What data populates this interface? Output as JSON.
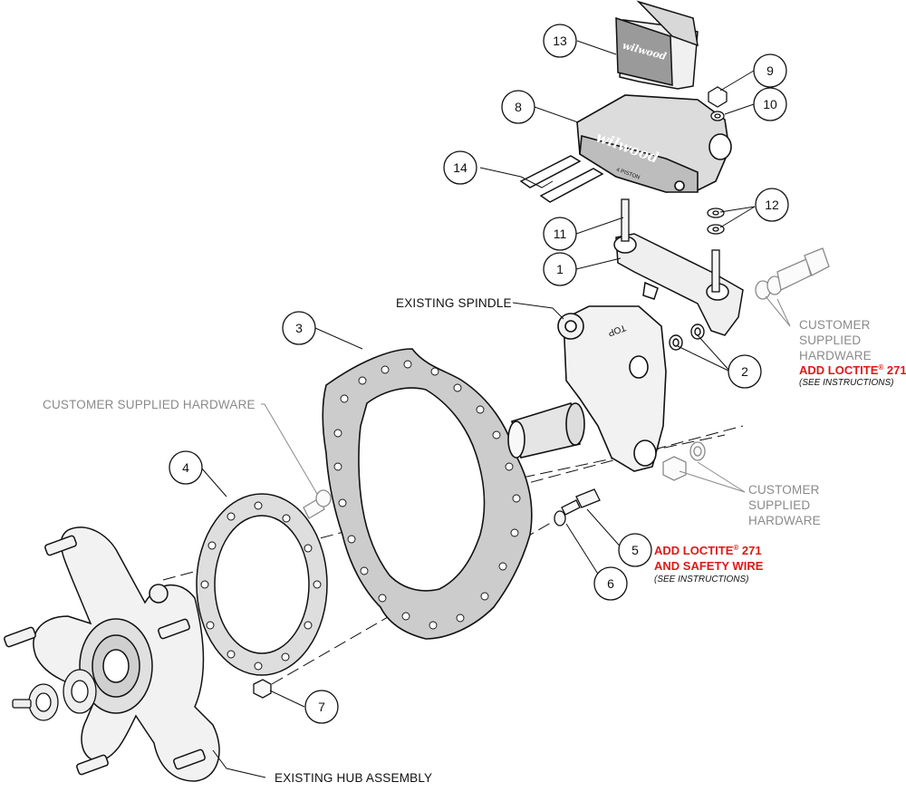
{
  "callouts": [
    {
      "num": "1"
    },
    {
      "num": "2"
    },
    {
      "num": "3"
    },
    {
      "num": "4"
    },
    {
      "num": "5"
    },
    {
      "num": "6"
    },
    {
      "num": "7"
    },
    {
      "num": "8"
    },
    {
      "num": "9"
    },
    {
      "num": "10"
    },
    {
      "num": "11"
    },
    {
      "num": "12"
    },
    {
      "num": "13"
    },
    {
      "num": "14"
    }
  ],
  "labels": {
    "existing_spindle": "EXISTING SPINDLE",
    "existing_hub_assembly": "EXISTING HUB ASSEMBLY",
    "customer_supplied_hardware_top": "CUSTOMER SUPPLIED HARDWARE",
    "customer_supplied_hardware_right_1": {
      "line1": "CUSTOMER",
      "line2": "SUPPLIED",
      "line3": "HARDWARE"
    },
    "customer_supplied_hardware_right_2": {
      "line1": "CUSTOMER",
      "line2": "SUPPLIED",
      "line3": "HARDWARE"
    },
    "loctite_caliper": {
      "text": "ADD LOCTITE",
      "reg": "®",
      "num": " 271",
      "note": "(SEE INSTRUCTIONS)"
    },
    "loctite_rotor": {
      "line1": "ADD LOCTITE",
      "reg": "®",
      "num": " 271",
      "line2": "AND SAFETY WIRE",
      "note": "(SEE INSTRUCTIONS)"
    }
  },
  "part_markings": {
    "pad_brand": "wilwood",
    "caliper_brand": "wilwood",
    "caliper_model": "4 PISTON",
    "spindle_mark": "TOP"
  },
  "colors": {
    "line": "#111111",
    "gray_label": "#8a8a8a",
    "red_label": "#e01818",
    "part_fill": "#e6e6e6",
    "pad_fill": "#9a9a9a"
  }
}
